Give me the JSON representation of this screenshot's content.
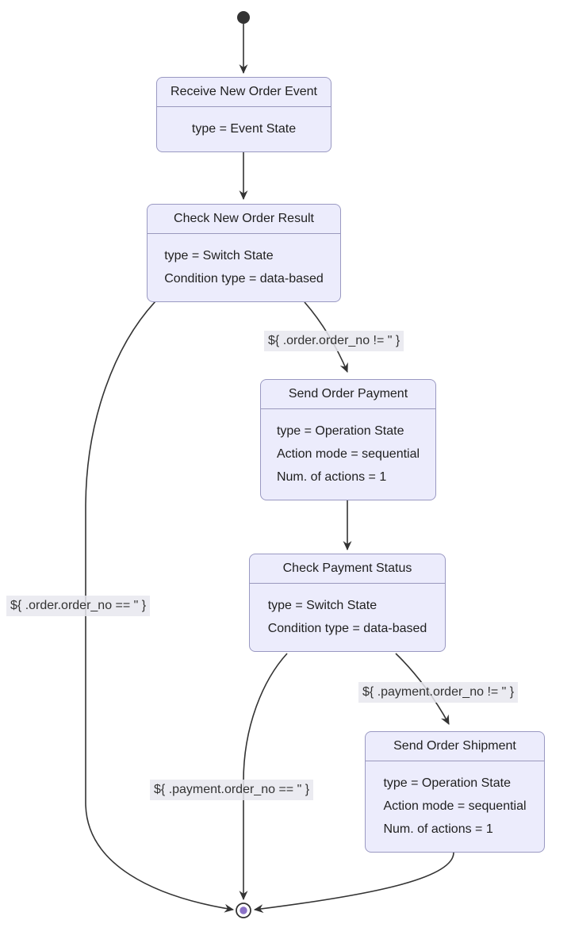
{
  "diagram": {
    "kind": "state-flow-diagram",
    "colors": {
      "node_fill": "#ECECFC",
      "node_border": "#9a99c2",
      "edge_stroke": "#333333",
      "edge_label_bg": "#e8e8ee",
      "end_state_dot": "#8b72c7",
      "start_state_dot": "#333333"
    },
    "nodes": [
      {
        "id": "receive-new-order-event",
        "title": "Receive New Order Event",
        "lines": [
          "type = Event State"
        ]
      },
      {
        "id": "check-new-order-result",
        "title": "Check New Order Result",
        "lines": [
          "type = Switch State",
          "Condition type = data-based"
        ]
      },
      {
        "id": "send-order-payment",
        "title": "Send Order Payment",
        "lines": [
          "type = Operation State",
          "Action mode = sequential",
          "Num. of actions = 1"
        ]
      },
      {
        "id": "check-payment-status",
        "title": "Check Payment Status",
        "lines": [
          "type = Switch State",
          "Condition type = data-based"
        ]
      },
      {
        "id": "send-order-shipment",
        "title": "Send Order Shipment",
        "lines": [
          "type = Operation State",
          "Action mode = sequential",
          "Num. of actions = 1"
        ]
      }
    ],
    "edges": [
      {
        "from": "start",
        "to": "receive-new-order-event",
        "label": ""
      },
      {
        "from": "receive-new-order-event",
        "to": "check-new-order-result",
        "label": ""
      },
      {
        "from": "check-new-order-result",
        "to": "send-order-payment",
        "label": "${ .order.order_no != \" }"
      },
      {
        "from": "send-order-payment",
        "to": "check-payment-status",
        "label": ""
      },
      {
        "from": "check-payment-status",
        "to": "send-order-shipment",
        "label": "${ .payment.order_no != \" }"
      },
      {
        "from": "check-payment-status",
        "to": "end",
        "label": "${ .payment.order_no == \" }"
      },
      {
        "from": "check-new-order-result",
        "to": "end",
        "label": "${ .order.order_no == \" }"
      },
      {
        "from": "send-order-shipment",
        "to": "end",
        "label": ""
      }
    ]
  }
}
